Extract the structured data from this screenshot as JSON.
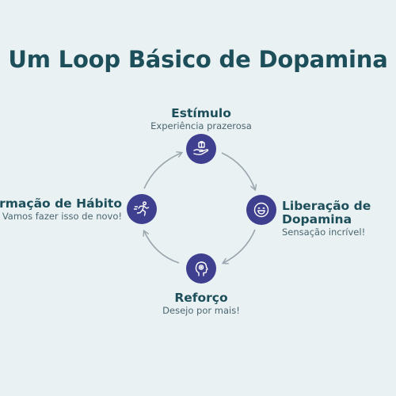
{
  "title": "Um Loop Básico de Dopamina",
  "colors": {
    "background": "#eaf1f3",
    "title": "#1d4f5b",
    "node": "#3f3f8f",
    "arrow": "#9aa6ad",
    "subtitle": "#4a6670"
  },
  "steps": {
    "stimulus": {
      "title": "Estímulo",
      "subtitle": "Experiência prazerosa",
      "icon": "hand-gift-icon"
    },
    "release": {
      "title_line1": "Liberação de",
      "title_line2": "Dopamina",
      "subtitle": "Sensação incrível!",
      "icon": "smiley-face-icon"
    },
    "reinforcement": {
      "title": "Reforço",
      "subtitle": "Desejo por mais!",
      "icon": "head-brain-icon"
    },
    "habit": {
      "title": "Formação de Hábito",
      "subtitle": "Vamos fazer isso de novo!",
      "icon": "running-person-icon"
    }
  }
}
